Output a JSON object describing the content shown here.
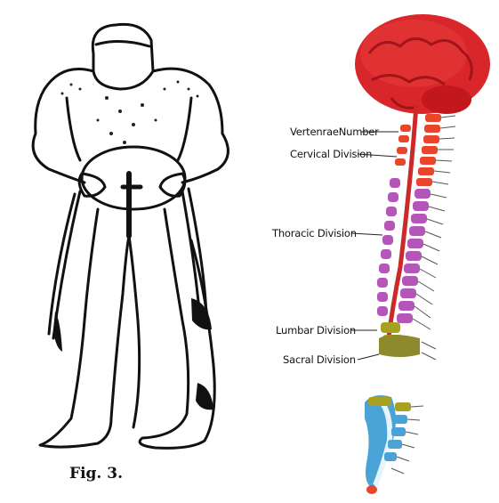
{
  "left_figure": {
    "caption": "Fig. 3."
  },
  "spine_diagram": {
    "labels": {
      "vertebrae_number": "VertenraeNumber",
      "cervical": "Cervical Division",
      "thoracic": "Thoracic Division",
      "lumbar": "Lumbar Division",
      "sacral": "Sacral Division"
    },
    "colors": {
      "brain": "#d9262a",
      "cervical": "#e8452a",
      "thoracic": "#b455b8",
      "lumbar": "#a8a020",
      "sacral": "#8c8a2a",
      "inset_vertebrae": "#4aa3d6"
    }
  }
}
